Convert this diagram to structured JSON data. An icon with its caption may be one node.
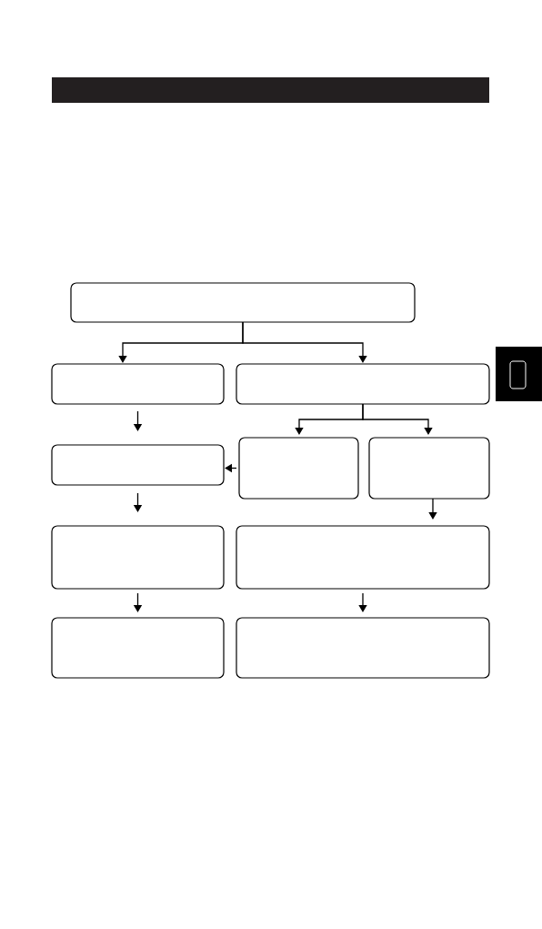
{
  "diagram": {
    "nodes": [
      {
        "text": [],
        "shape": "box"
      },
      {
        "text": [],
        "shape": "box"
      },
      {
        "text": [],
        "shape": "box"
      },
      {
        "text": [],
        "shape": "box"
      },
      {
        "text": [],
        "shape": "box"
      },
      {
        "text": [],
        "shape": "box"
      },
      {
        "text": [],
        "shape": "box"
      },
      {
        "text": [],
        "shape": "box"
      },
      {
        "text": [],
        "shape": "box"
      },
      {
        "text": [],
        "shape": "box"
      }
    ],
    "edges": [
      {
        "from": 0,
        "to": 1,
        "arrow": "to"
      },
      {
        "from": 0,
        "to": 2,
        "arrow": "to"
      },
      {
        "from": 1,
        "to": 3,
        "arrow": "to"
      },
      {
        "from": 2,
        "to": 4,
        "arrow": "to"
      },
      {
        "from": 2,
        "to": 5,
        "arrow": "to"
      },
      {
        "from": 4,
        "to": 3,
        "arrow": "to"
      },
      {
        "from": 3,
        "to": 6,
        "arrow": "to"
      },
      {
        "from": 5,
        "to": 7,
        "arrow": "to"
      },
      {
        "from": 6,
        "to": 8,
        "arrow": "to"
      },
      {
        "from": 7,
        "to": 9,
        "arrow": "to"
      }
    ]
  }
}
